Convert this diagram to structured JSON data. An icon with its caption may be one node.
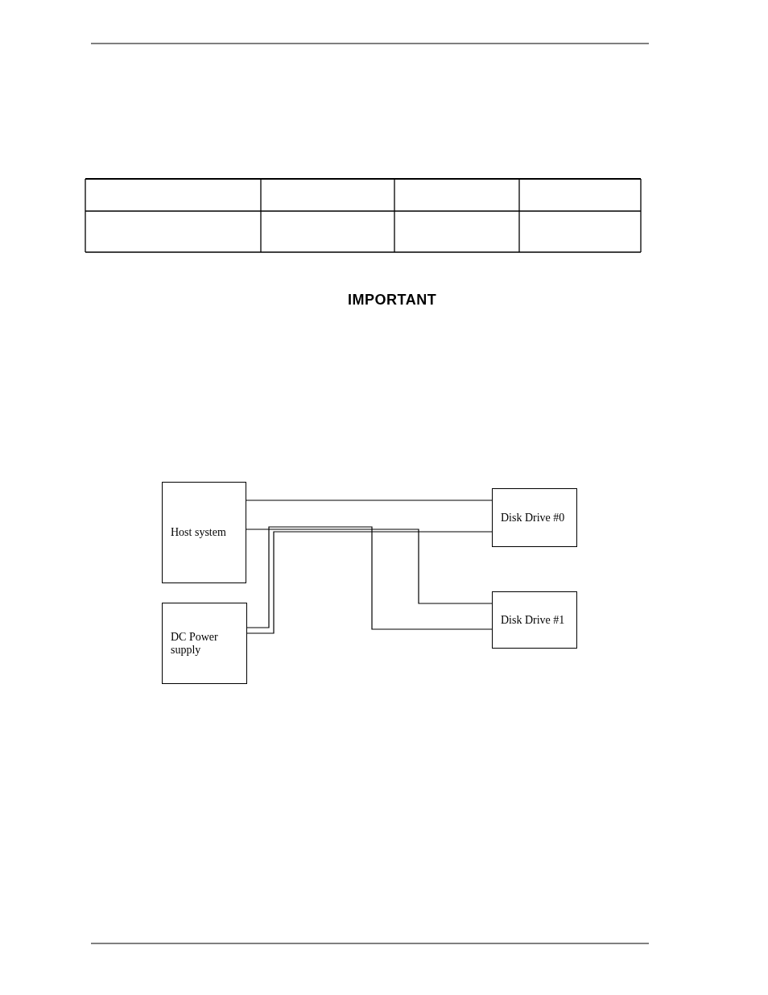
{
  "diagram": {
    "nodes": [
      {
        "text": [
          "Host system"
        ]
      },
      {
        "text": [
          "Disk Drive #0"
        ]
      },
      {
        "text": [
          "DC Power supply"
        ]
      },
      {
        "text": [
          "Disk Drive #1"
        ]
      }
    ],
    "edges": [
      {
        "from": 0,
        "to": 1,
        "arrow": "none"
      },
      {
        "from": 0,
        "to": 3,
        "arrow": "none"
      },
      {
        "from": 2,
        "to": 1,
        "arrow": "none"
      },
      {
        "from": 2,
        "to": 3,
        "arrow": "none"
      }
    ],
    "labels": [
      "IMPORTANT"
    ]
  }
}
